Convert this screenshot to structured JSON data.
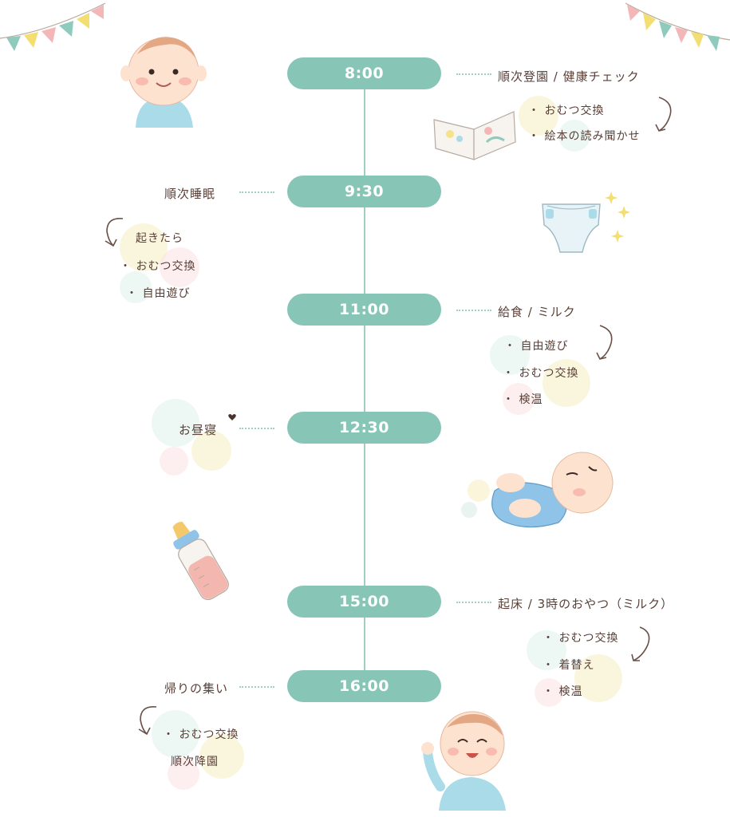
{
  "timeline": [
    {
      "time": "8:00",
      "title": "順次登園 / 健康チェック",
      "items": [
        "・ おむつ交換",
        "・ 絵本の読み聞かせ"
      ]
    },
    {
      "time": "9:30",
      "title": "順次睡眠",
      "items": [
        "起きたら",
        "・ おむつ交換",
        "・ 自由遊び"
      ]
    },
    {
      "time": "11:00",
      "title": "給食 / ミルク",
      "items": [
        "・ 自由遊び",
        "・ おむつ交換",
        "・ 検温"
      ]
    },
    {
      "time": "12:30",
      "title": "お昼寝",
      "items": []
    },
    {
      "time": "15:00",
      "title": "起床 / 3時のおやつ（ミルク）",
      "items": [
        "・ おむつ交換",
        "・ 着替え",
        "・ 検温"
      ]
    },
    {
      "time": "16:00",
      "title": "帰りの集い",
      "items": [
        "・ おむつ交換",
        "順次降園"
      ]
    }
  ],
  "icons": [
    "bunting-flags-icon",
    "baby-face-icon",
    "picture-book-icon",
    "diaper-icon",
    "baby-bottle-icon",
    "sleeping-baby-icon",
    "waving-baby-icon",
    "curved-arrow-icon",
    "sparkle-icon"
  ],
  "colors": {
    "accent": "#87c6b6",
    "spine": "#9fcfc3",
    "text": "#5a4038"
  }
}
